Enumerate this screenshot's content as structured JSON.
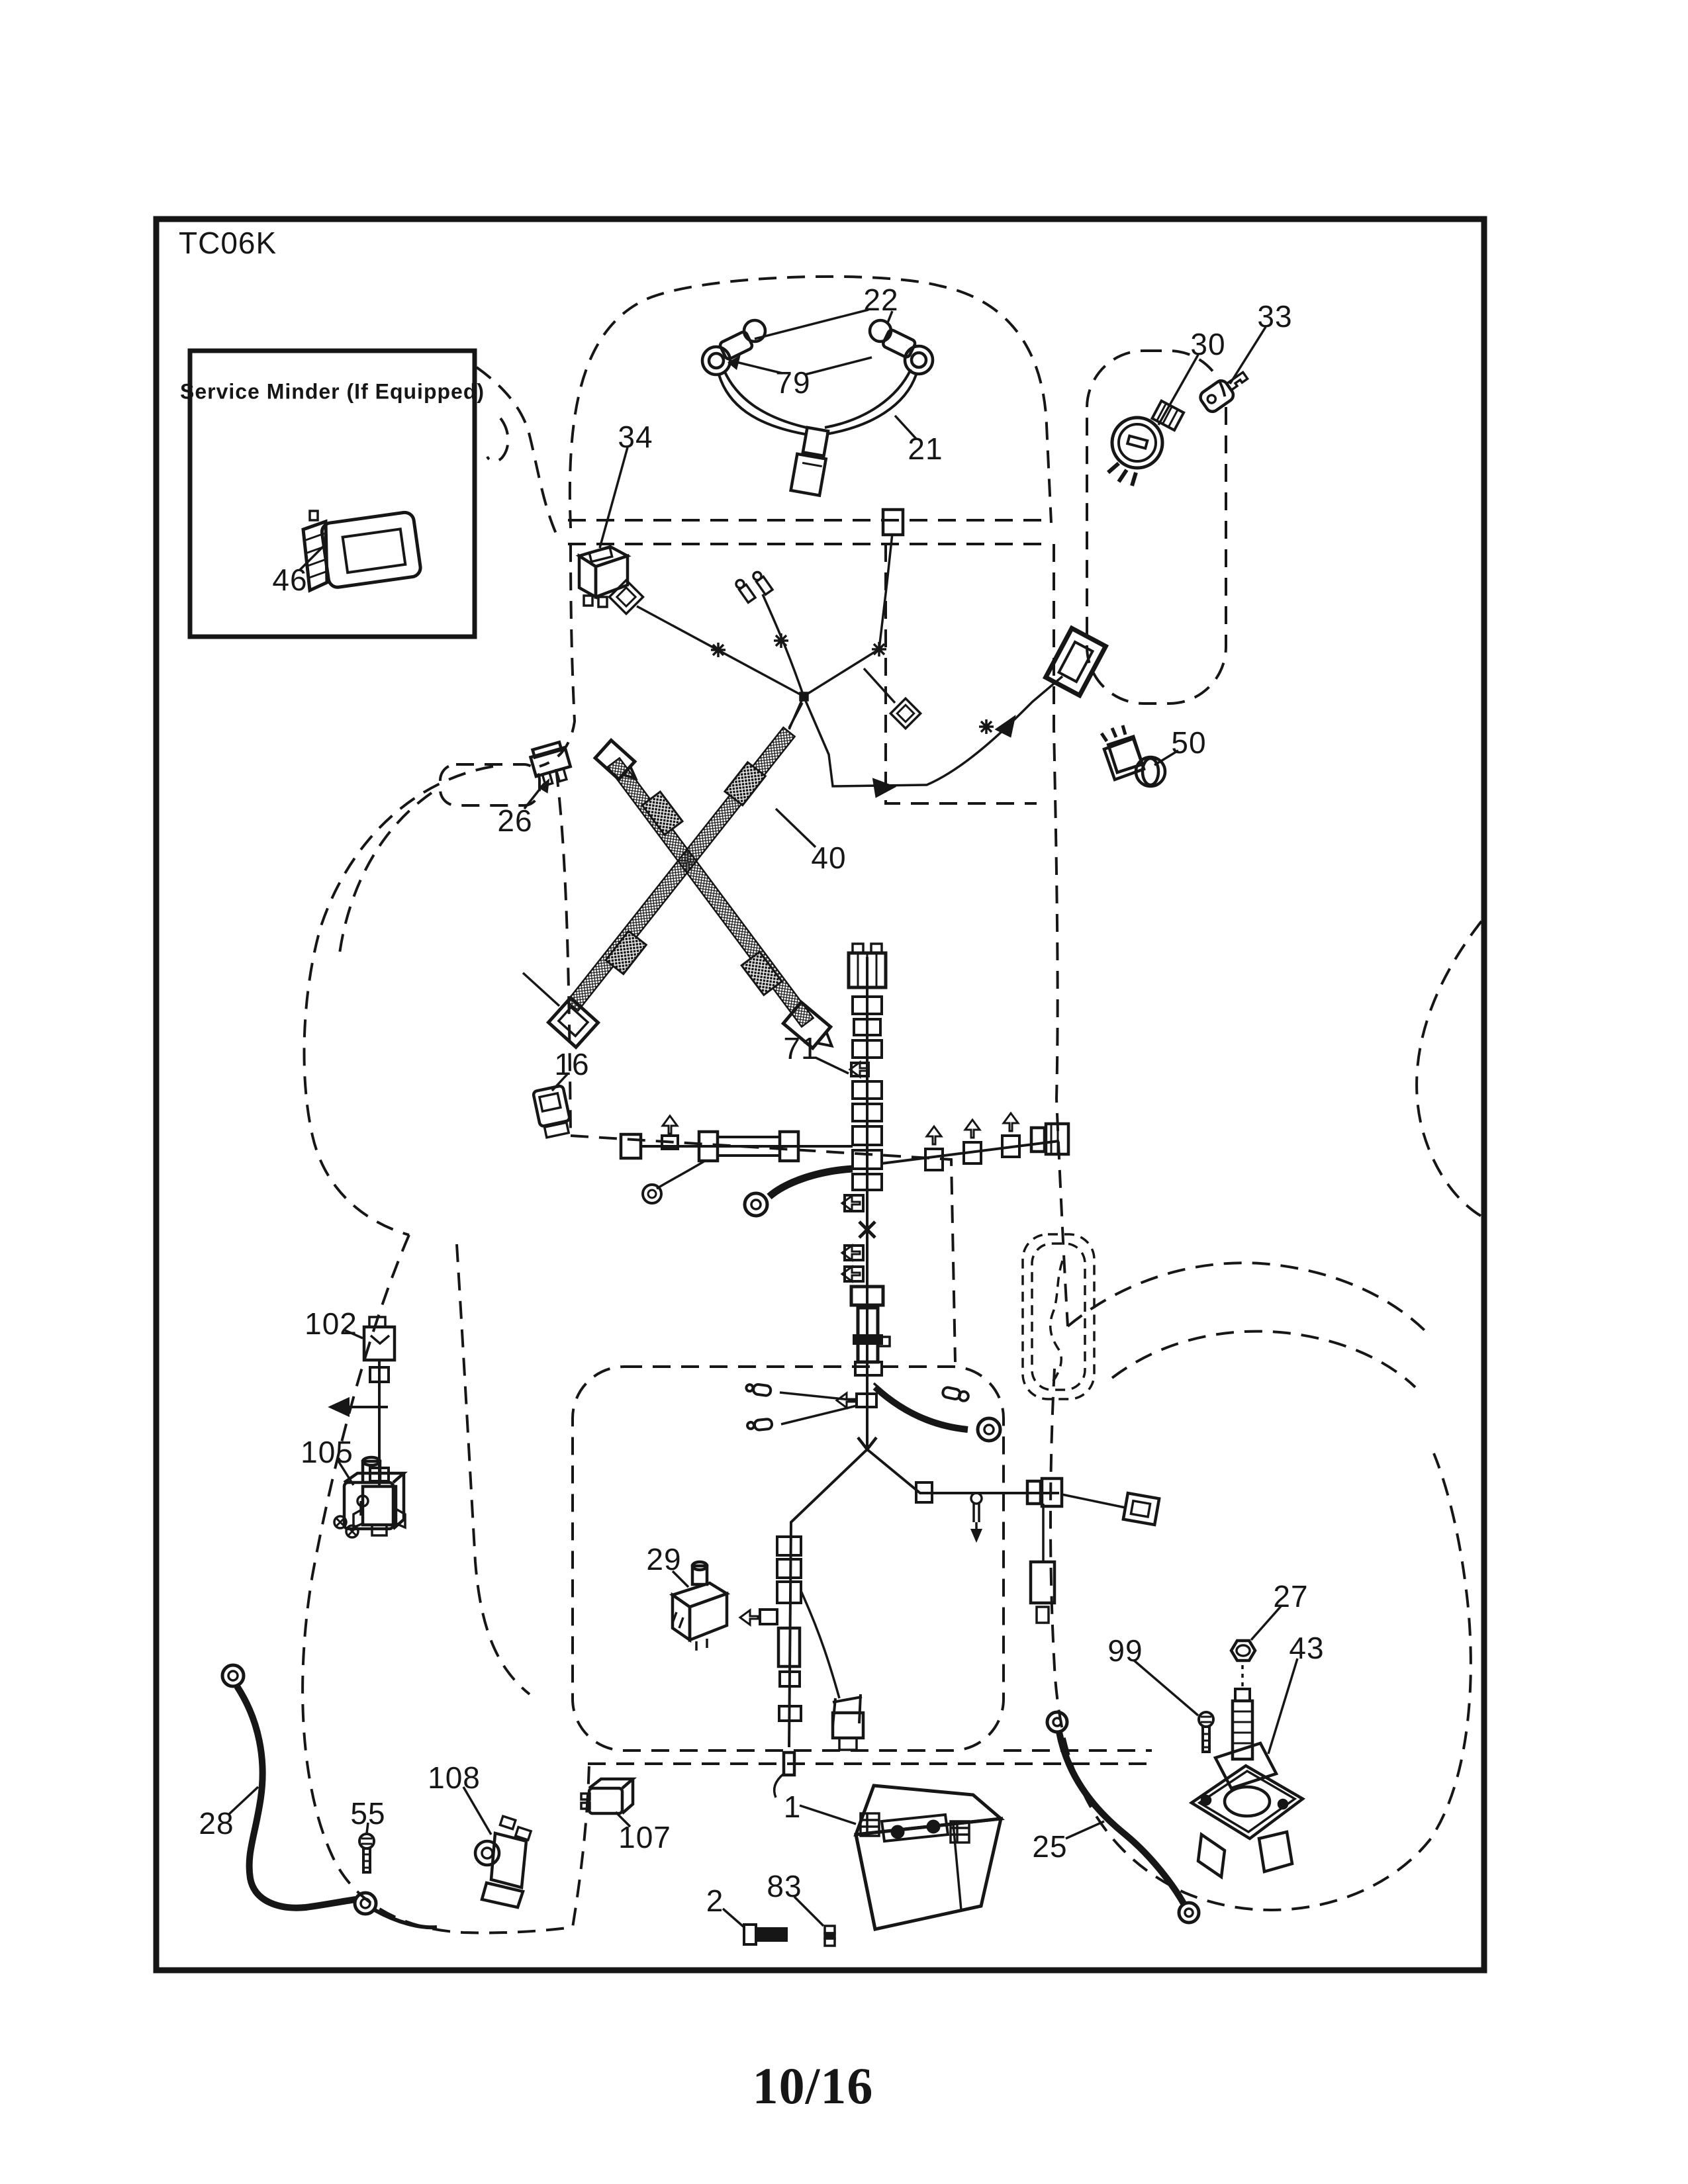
{
  "page": {
    "diagram_code": "TC06K",
    "page_number": "10/16"
  },
  "inset_box": {
    "title": "Service Minder (If Equipped)"
  },
  "callouts": [
    {
      "label": "1"
    },
    {
      "label": "2"
    },
    {
      "label": "16"
    },
    {
      "label": "21"
    },
    {
      "label": "22"
    },
    {
      "label": "25"
    },
    {
      "label": "26"
    },
    {
      "label": "27"
    },
    {
      "label": "28"
    },
    {
      "label": "29"
    },
    {
      "label": "30"
    },
    {
      "label": "33"
    },
    {
      "label": "34"
    },
    {
      "label": "40"
    },
    {
      "label": "43"
    },
    {
      "label": "46"
    },
    {
      "label": "50"
    },
    {
      "label": "55"
    },
    {
      "label": "71"
    },
    {
      "label": "79"
    },
    {
      "label": "83"
    },
    {
      "label": "99"
    },
    {
      "label": "102"
    },
    {
      "label": "105"
    },
    {
      "label": "107"
    },
    {
      "label": "108"
    }
  ],
  "colors": {
    "ink": "#161616",
    "background": "#ffffff"
  }
}
